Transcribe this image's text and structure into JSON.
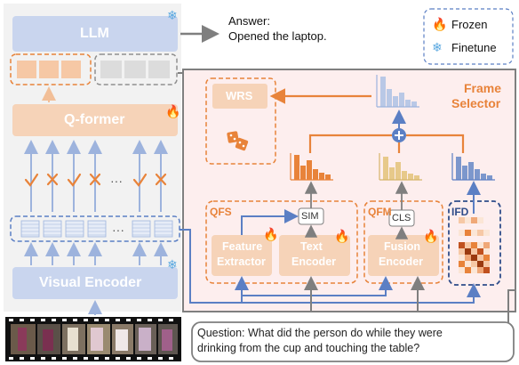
{
  "llm": {
    "label": "LLM"
  },
  "answer": {
    "line1": "Answer:",
    "line2": "Opened the laptop."
  },
  "legend": {
    "frozen": "Frozen",
    "finetune": "Finetune",
    "frozen_icon": "fire-icon",
    "finetune_icon": "snowflake-icon"
  },
  "qformer": {
    "label": "Q-former"
  },
  "dots": {
    "top": "···",
    "bottom": "···"
  },
  "visual_encoder": {
    "label": "Visual Encoder"
  },
  "frame_selector": {
    "line1": "Frame",
    "line2": "Selector"
  },
  "wrs": {
    "label": "WRS"
  },
  "qfs": {
    "tag": "QFS",
    "feature_extractor_1": "Feature",
    "feature_extractor_2": "Extractor",
    "text_encoder_1": "Text",
    "text_encoder_2": "Encoder",
    "sim": "SIM"
  },
  "qfm": {
    "tag": "QFM",
    "fusion_encoder_1": "Fusion",
    "fusion_encoder_2": "Encoder",
    "cls": "CLS"
  },
  "ifd": {
    "tag": "IFD"
  },
  "question": {
    "line1": "Question: What did the person do while they were",
    "line2": "drinking from the cup and touching the table?"
  },
  "colors": {
    "orange": "#e8833a",
    "blue": "#5b7fc4",
    "light_orange": "#f6d3b8",
    "light_blue": "#cfd9ef",
    "gray": "#7f7f7f",
    "panel": "#fdeeee"
  }
}
